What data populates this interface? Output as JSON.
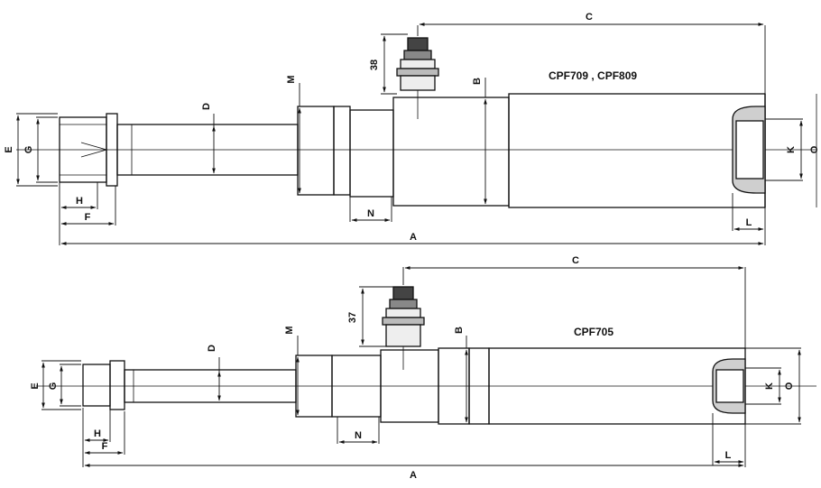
{
  "top": {
    "model": "CPF709 , CPF809",
    "labels": {
      "A": "A",
      "B": "B",
      "C": "C",
      "D": "D",
      "E": "E",
      "F": "F",
      "G": "G",
      "H": "H",
      "K": "K",
      "L": "L",
      "M": "M",
      "N": "N",
      "O": "O",
      "port_height": "38"
    }
  },
  "bottom": {
    "model": "CPF705",
    "labels": {
      "A": "A",
      "B": "B",
      "C": "C",
      "D": "D",
      "E": "E",
      "F": "F",
      "G": "G",
      "H": "H",
      "K": "K",
      "L": "L",
      "M": "M",
      "N": "N",
      "O": "O",
      "port_height": "37"
    }
  }
}
